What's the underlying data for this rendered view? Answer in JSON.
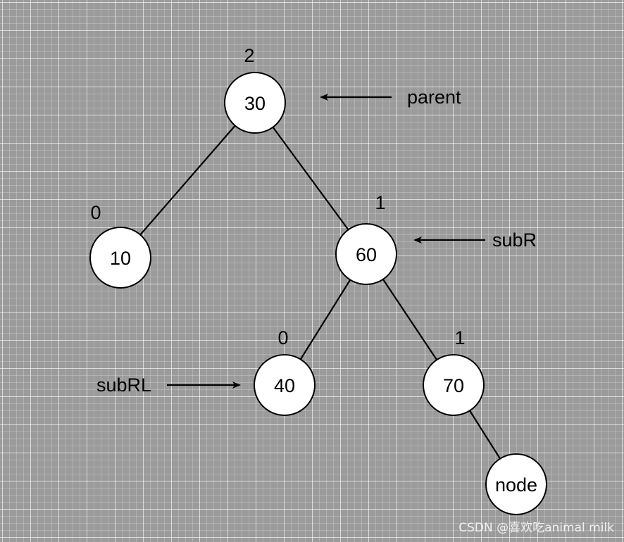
{
  "nodes": [
    {
      "id": "n30",
      "label": "30",
      "bf": "2"
    },
    {
      "id": "n10",
      "label": "10",
      "bf": "0"
    },
    {
      "id": "n60",
      "label": "60",
      "bf": "1"
    },
    {
      "id": "n40",
      "label": "40",
      "bf": "0"
    },
    {
      "id": "n70",
      "label": "70",
      "bf": "1"
    },
    {
      "id": "nnode",
      "label": "node",
      "bf": ""
    }
  ],
  "edges": [
    {
      "from": "n30",
      "to": "n10"
    },
    {
      "from": "n30",
      "to": "n60"
    },
    {
      "from": "n60",
      "to": "n40"
    },
    {
      "from": "n60",
      "to": "n70"
    },
    {
      "from": "n70",
      "to": "nnode"
    }
  ],
  "pointers": [
    {
      "label": "parent",
      "target": "n30"
    },
    {
      "label": "subR",
      "target": "n60"
    },
    {
      "label": "subRL",
      "target": "n40"
    }
  ],
  "watermark": "CSDN @喜欢吃animal milk",
  "colors": {
    "background": "#9b9b9b",
    "grid": "#ffffff",
    "node_fill": "#ffffff",
    "stroke": "#000000"
  }
}
